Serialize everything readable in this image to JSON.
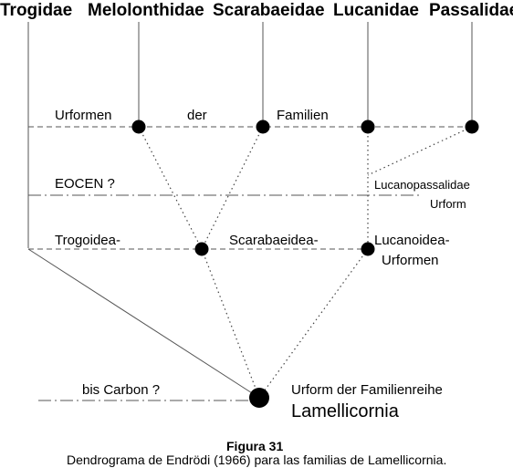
{
  "families": {
    "trogidae": "Trogidae",
    "melolonthidae": "Melolonthidae",
    "scarabaeidae": "Scarabaeidae",
    "lucanidae": "Lucanidae",
    "passalidae": "Passalidae"
  },
  "levels": {
    "urformen": "Urformen",
    "der": "der",
    "familien": "Familien",
    "eocen": "EOCEN ?",
    "lucanopassalidae": "Lucanopassalidae",
    "urform": "Urform",
    "trogoidea": "Trogoidea-",
    "scarabaeidea": "Scarabaeidea-",
    "lucanoidea": "Lucanoidea-",
    "lucanoidea_urformen": "Urformen",
    "bis_carbon": "bis Carbon ?",
    "root_line1": "Urform der Familienreihe",
    "root_line2": "Lamellicornia"
  },
  "caption": {
    "title": "Figura 31",
    "text": "Dendrograma de Endrödi (1966) para las familias de Lamellicornia."
  }
}
